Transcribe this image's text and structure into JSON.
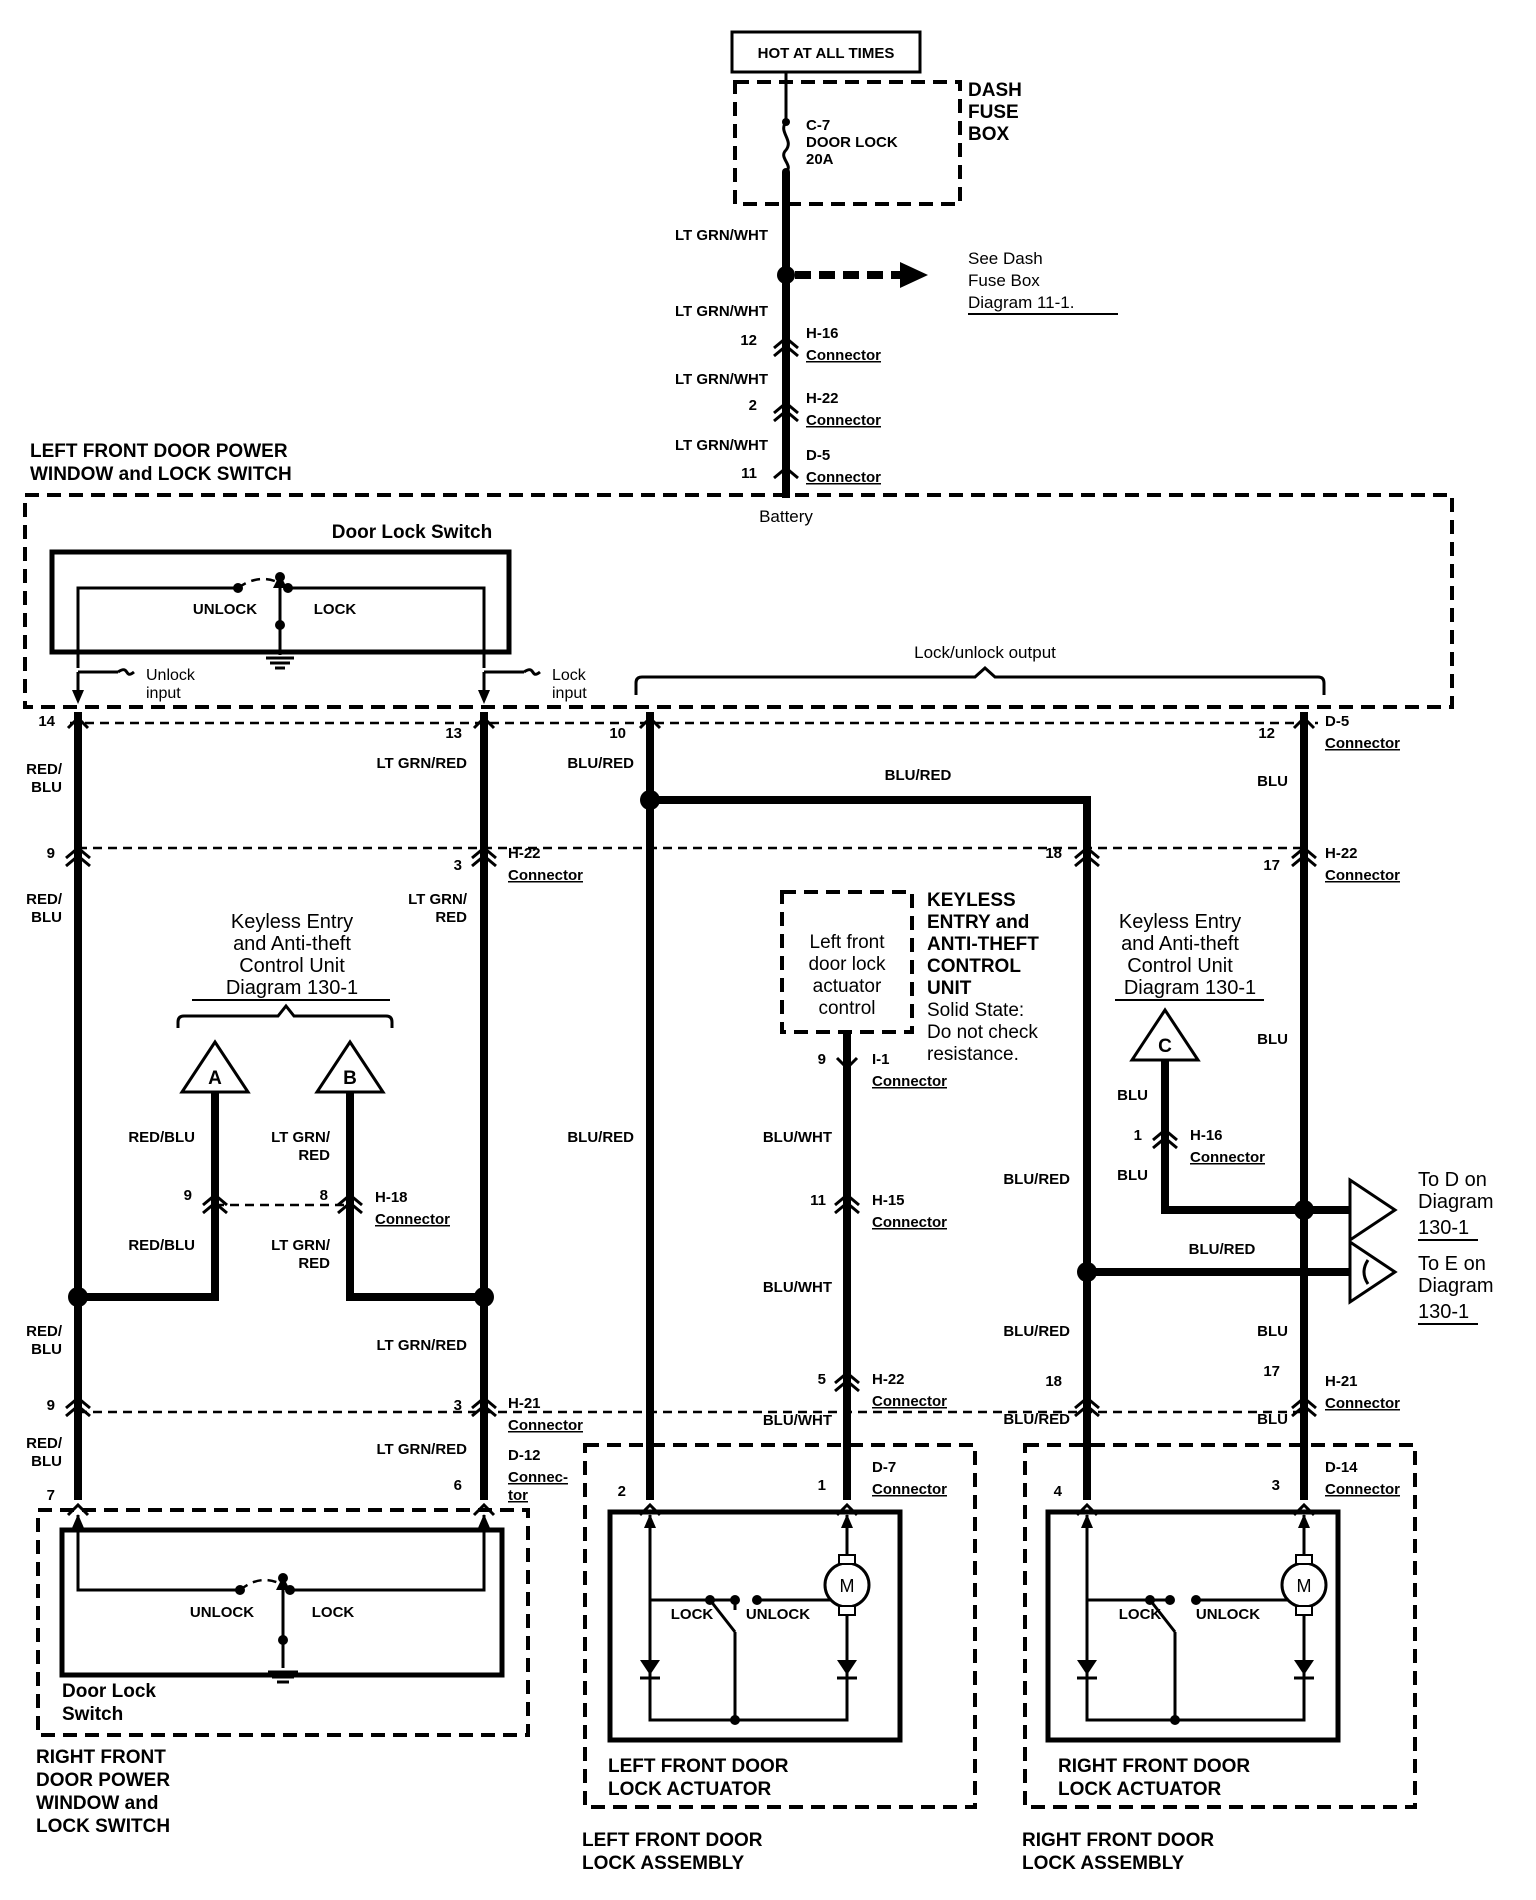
{
  "source": {
    "hot_label": "HOT AT ALL TIMES",
    "dash_fuse_box": [
      "DASH",
      "FUSE",
      "BOX"
    ],
    "fuse_id": "C-7",
    "fuse_name": "DOOR LOCK",
    "fuse_rating": "20A",
    "see_dash_fuse_box": [
      "See Dash",
      "Fuse Box",
      "Diagram 11-1."
    ]
  },
  "wire_colors": {
    "lt_grn_wht": "LT GRN/WHT",
    "red_blu": "RED/BLU",
    "red_blu_split": [
      "RED/",
      "BLU"
    ],
    "lt_grn_red": "LT GRN/RED",
    "lt_grn_red_split": [
      "LT GRN/",
      "RED"
    ],
    "blu_red": "BLU/RED",
    "blu": "BLU",
    "blu_wht": "BLU/WHT"
  },
  "connector_label": "Connector",
  "connector_split": [
    "Connec-",
    "tor"
  ],
  "connectors": {
    "h16": "H-16",
    "h22": "H-22",
    "d5": "D-5",
    "h18": "H-18",
    "h21": "H-21",
    "d12": "D-12",
    "i1": "I-1",
    "h15": "H-15",
    "d7": "D-7",
    "d14": "D-14"
  },
  "pins": {
    "p2": "2",
    "p3": "3",
    "p4": "4",
    "p5": "5",
    "p6": "6",
    "p7": "7",
    "p8": "8",
    "p9": "9",
    "p10": "10",
    "p11": "11",
    "p12": "12",
    "p13": "13",
    "p14": "14",
    "p17": "17",
    "p18": "18",
    "p1": "1"
  },
  "left_switch_assembly": {
    "title": [
      "LEFT FRONT DOOR POWER",
      "WINDOW and LOCK SWITCH"
    ],
    "battery": "Battery",
    "door_lock_switch": "Door Lock Switch",
    "unlock": "UNLOCK",
    "lock": "LOCK",
    "unlock_input": [
      "Unlock",
      "input"
    ],
    "lock_input": [
      "Lock",
      "input"
    ],
    "lock_unlock_output": "Lock/unlock output"
  },
  "keyless_ref": [
    "Keyless Entry",
    "and Anti-theft",
    "Control Unit",
    "Diagram 130-1"
  ],
  "flags": {
    "a": "A",
    "b": "B",
    "c": "C",
    "d": "D"
  },
  "keyless_unit": {
    "box_text": [
      "Left front",
      "door lock",
      "actuator",
      "control"
    ],
    "title": [
      "KEYLESS",
      "ENTRY and",
      "ANTI-THEFT",
      "CONTROL",
      "UNIT"
    ],
    "note": [
      "Solid State:",
      "Do not check",
      "resistance."
    ]
  },
  "outputs": {
    "to_d": [
      "To D on",
      "Diagram",
      "130-1"
    ],
    "to_e": [
      "To E on",
      "Diagram",
      "130-1"
    ]
  },
  "right_switch": {
    "unlock": "UNLOCK",
    "lock": "LOCK",
    "switch_name": [
      "Door Lock",
      "Switch"
    ],
    "title": [
      "RIGHT FRONT",
      "DOOR POWER",
      "WINDOW and",
      "LOCK SWITCH"
    ]
  },
  "actuators": {
    "motor": "M",
    "lock": "LOCK",
    "unlock": "UNLOCK",
    "left_title": [
      "LEFT FRONT DOOR",
      "LOCK ACTUATOR"
    ],
    "left_assembly": [
      "LEFT FRONT DOOR",
      "LOCK ASSEMBLY"
    ],
    "right_title": [
      "RIGHT FRONT DOOR",
      "LOCK ACTUATOR"
    ],
    "right_assembly": [
      "RIGHT FRONT DOOR",
      "LOCK ASSEMBLY"
    ]
  }
}
